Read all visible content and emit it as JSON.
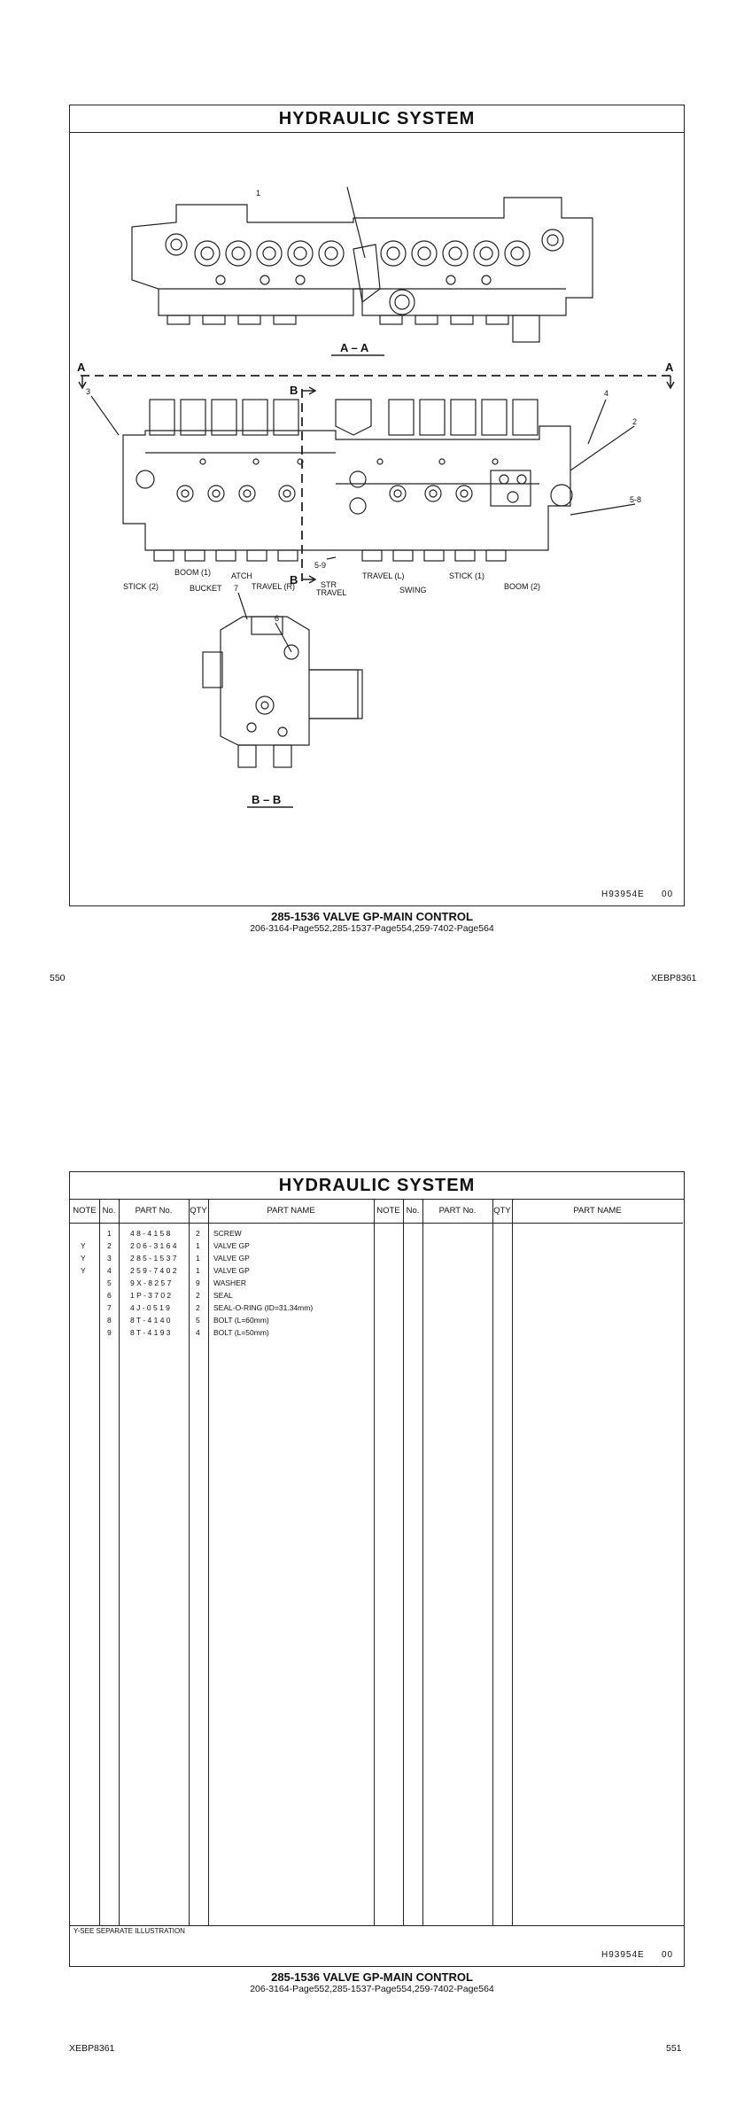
{
  "page1": {
    "title": "HYDRAULIC SYSTEM",
    "section_aa": "A – A",
    "section_bb_view": "B – B",
    "marker_a": "A",
    "marker_b": "B",
    "callouts": {
      "c1": "1",
      "c2": "2",
      "c3": "3",
      "c4": "4",
      "c6": "6",
      "c7": "7",
      "c58": "5-8",
      "c59": "5-9"
    },
    "labels": {
      "stick2": "STICK (2)",
      "boom1": "BOOM (1)",
      "bucket": "BUCKET",
      "atch": "ATCH",
      "travel_r": "TRAVEL (R)",
      "str": "STR",
      "travel": "TRAVEL",
      "travel_l": "TRAVEL (L)",
      "swing": "SWING",
      "stick1": "STICK (1)",
      "boom2": "BOOM (2)"
    },
    "illus_code": "H93954E",
    "illus_rev": "00",
    "caption": "285-1536 VALVE GP-MAIN CONTROL",
    "caption_sub": "206-3164-Page552,285-1537-Page554,259-7402-Page564",
    "page_number": "550",
    "doc_code": "XEBP8361"
  },
  "page2": {
    "title": "HYDRAULIC SYSTEM",
    "columns": [
      "NOTE",
      "No.",
      "PART No.",
      "QTY",
      "PART NAME",
      "NOTE",
      "No.",
      "PART No.",
      "QTY",
      "PART NAME"
    ],
    "rows": [
      {
        "note": "",
        "no": "1",
        "part": "4 8 - 4 1 5 8",
        "qty": "2",
        "name": "SCREW"
      },
      {
        "note": "Y",
        "no": "2",
        "part": "2 0 6 - 3 1 6 4",
        "qty": "1",
        "name": "VALVE GP"
      },
      {
        "note": "Y",
        "no": "3",
        "part": "2 8 5 - 1 5 3 7",
        "qty": "1",
        "name": "VALVE GP"
      },
      {
        "note": "Y",
        "no": "4",
        "part": "2 5 9 - 7 4 0 2",
        "qty": "1",
        "name": "VALVE GP"
      },
      {
        "note": "",
        "no": "5",
        "part": "9 X - 8 2 5 7",
        "qty": "9",
        "name": "WASHER"
      },
      {
        "note": "",
        "no": "6",
        "part": "1 P - 3 7 0 2",
        "qty": "2",
        "name": "SEAL"
      },
      {
        "note": "",
        "no": "7",
        "part": "4 J - 0 5 1 9",
        "qty": "2",
        "name": "SEAL-O-RING (ID=31.34mm)"
      },
      {
        "note": "",
        "no": "8",
        "part": "8 T - 4 1 4 0",
        "qty": "5",
        "name": "BOLT (L=60mm)"
      },
      {
        "note": "",
        "no": "9",
        "part": "8 T - 4 1 9 3",
        "qty": "4",
        "name": "BOLT (L=50mm)"
      }
    ],
    "footnote": "Y-SEE SEPARATE ILLUSTRATION",
    "illus_code": "H93954E",
    "illus_rev": "00",
    "caption": "285-1536 VALVE GP-MAIN CONTROL",
    "caption_sub": "206-3164-Page552,285-1537-Page554,259-7402-Page564",
    "page_number": "551",
    "doc_code": "XEBP8361"
  }
}
